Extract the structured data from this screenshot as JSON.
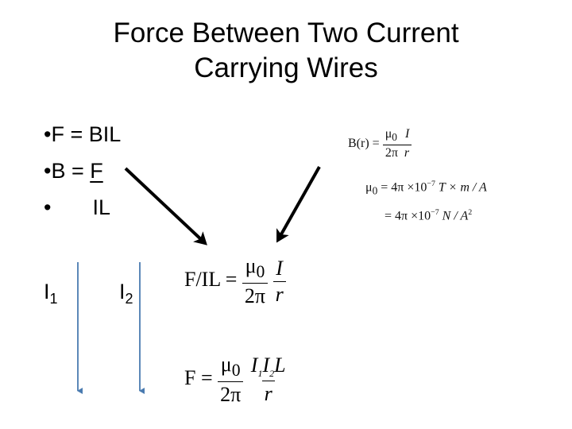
{
  "slide": {
    "title_line1": "Force Between Two Current",
    "title_line2": "Carrying Wires",
    "bullets": [
      {
        "marker": "•",
        "text": "F = BIL"
      },
      {
        "marker": "•",
        "pre": "B = ",
        "underlined": "F"
      },
      {
        "marker": "•",
        "text": "IL"
      }
    ],
    "wire_labels": [
      {
        "base": "I",
        "sub": "1"
      },
      {
        "base": "I",
        "sub": "2"
      }
    ],
    "equations": {
      "field": {
        "lhs": "B(r) =",
        "num_mu": "μ",
        "num_sub": "0",
        "num_var": "I",
        "den_const": "2π",
        "den_var": "r"
      },
      "mu_def": {
        "lhs_mu": "μ",
        "lhs_sub": "0",
        "rest": "= 4π ×10",
        "exp": "−7",
        "units": "T × m / A"
      },
      "mu_alt": {
        "rest": "= 4π ×10",
        "exp": "−7",
        "units": "N / A",
        "units_exp": "2"
      },
      "force_per_il": {
        "lhs": "F/IL =",
        "num_mu": "μ",
        "num_sub": "0",
        "num_var": "I",
        "den_const": "2π",
        "den_var": "r"
      },
      "force": {
        "lhs": "F =",
        "num_mu": "μ",
        "num_sub": "0",
        "den_const": "2π",
        "num2_a": "I",
        "num2_a_sub": "1",
        "num2_b": "I",
        "num2_b_sub": "2",
        "num2_c": "L",
        "den2_var": "r"
      }
    },
    "colors": {
      "wire": "#4a7bb0",
      "arrow": "#000000"
    }
  }
}
